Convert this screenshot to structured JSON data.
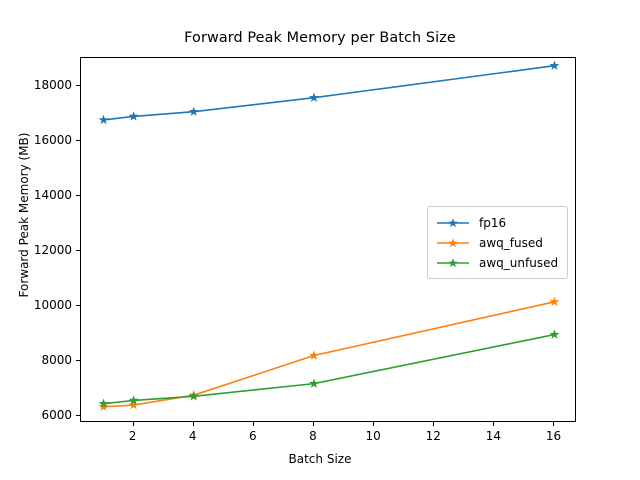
{
  "chart_data": {
    "type": "line",
    "title": "Forward Peak Memory per Batch Size",
    "xlabel": "Batch Size",
    "ylabel": "Forward Peak Memory (MB)",
    "x": [
      1,
      2,
      4,
      8,
      16
    ],
    "xlim": [
      0.25,
      16.75
    ],
    "ylim": [
      5750,
      19000
    ],
    "xticks": [
      2,
      4,
      6,
      8,
      10,
      12,
      14,
      16
    ],
    "xtick_labels": [
      "2",
      "4",
      "6",
      "8",
      "10",
      "12",
      "14",
      "16"
    ],
    "yticks": [
      6000,
      8000,
      10000,
      12000,
      14000,
      16000,
      18000
    ],
    "ytick_labels": [
      "6000",
      "8000",
      "10000",
      "12000",
      "14000",
      "16000",
      "18000"
    ],
    "grid": false,
    "legend_position": "center right",
    "marker": "star",
    "series": [
      {
        "name": "fp16",
        "color": "#1f77b4",
        "values": [
          16750,
          16880,
          17050,
          17560,
          18720
        ]
      },
      {
        "name": "awq_fused",
        "color": "#ff7f0e",
        "values": [
          6340,
          6400,
          6760,
          8200,
          10150
        ]
      },
      {
        "name": "awq_unfused",
        "color": "#2ca02c",
        "values": [
          6450,
          6570,
          6720,
          7180,
          8960
        ]
      }
    ]
  },
  "legend": {
    "entries": [
      {
        "label": "fp16"
      },
      {
        "label": "awq_fused"
      },
      {
        "label": "awq_unfused"
      }
    ]
  }
}
